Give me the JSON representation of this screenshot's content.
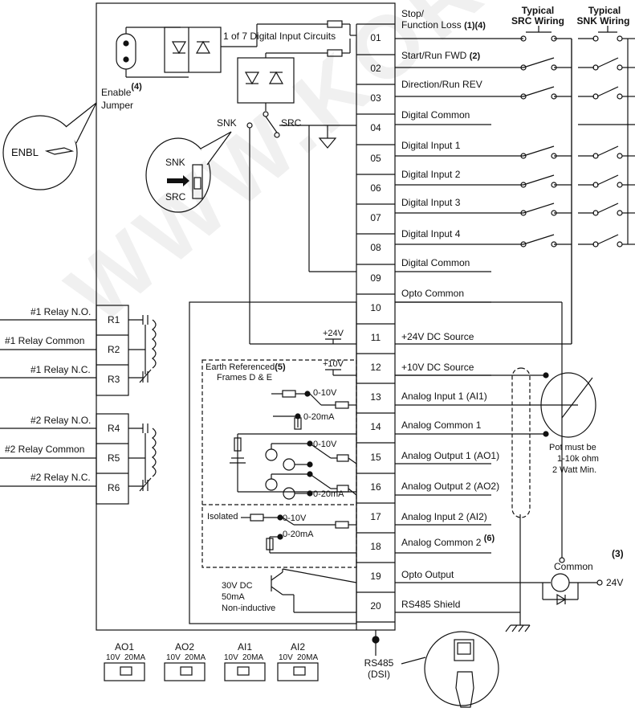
{
  "header": {
    "stop_label": "Stop/",
    "function_loss": "Function Loss",
    "stop_note": "(1)(4)",
    "typical": "Typical",
    "src_wiring": "SRC Wiring",
    "snk_wiring": "SNK Wiring"
  },
  "terminals": [
    {
      "num": "01",
      "label": "",
      "note": ""
    },
    {
      "num": "02",
      "label": "Start/Run FWD",
      "note": "(2)"
    },
    {
      "num": "03",
      "label": "Direction/Run REV",
      "note": ""
    },
    {
      "num": "04",
      "label": "Digital Common",
      "note": ""
    },
    {
      "num": "05",
      "label": "Digital Input 1",
      "note": ""
    },
    {
      "num": "06",
      "label": "Digital Input 2",
      "note": ""
    },
    {
      "num": "07",
      "label": "Digital Input 3",
      "note": ""
    },
    {
      "num": "08",
      "label": "Digital Input 4",
      "note": ""
    },
    {
      "num": "09",
      "label": "Digital Common",
      "note": ""
    },
    {
      "num": "10",
      "label": "Opto Common",
      "note": ""
    },
    {
      "num": "11",
      "label": "+24V DC Source",
      "note": ""
    },
    {
      "num": "12",
      "label": "+10V DC Source",
      "note": ""
    },
    {
      "num": "13",
      "label": "Analog Input 1 (AI1)",
      "note": ""
    },
    {
      "num": "14",
      "label": "Analog Common 1",
      "note": ""
    },
    {
      "num": "15",
      "label": "Analog Output 1 (AO1)",
      "note": ""
    },
    {
      "num": "16",
      "label": "Analog Output 2 (AO2)",
      "note": ""
    },
    {
      "num": "17",
      "label": "Analog Input 2 (AI2)",
      "note": ""
    },
    {
      "num": "18",
      "label": "Analog Common 2",
      "note": "(6)"
    },
    {
      "num": "19",
      "label": "Opto Output",
      "note": ""
    },
    {
      "num": "20",
      "label": "RS485 Shield",
      "note": ""
    }
  ],
  "relays": [
    {
      "num": "R1",
      "label": "#1 Relay N.O."
    },
    {
      "num": "R2",
      "label": "#1 Relay Common"
    },
    {
      "num": "R3",
      "label": "#1 Relay N.C."
    },
    {
      "num": "R4",
      "label": "#2 Relay N.O."
    },
    {
      "num": "R5",
      "label": "#2 Relay Common"
    },
    {
      "num": "R6",
      "label": "#2 Relay N.C."
    }
  ],
  "inner": {
    "digital_input_circuits": "1 of 7 Digital Input Circuits",
    "enable": "Enable",
    "enable_note": "(4)",
    "jumper": "Jumper",
    "enbl": "ENBL",
    "snk": "SNK",
    "src": "SRC",
    "snk_switch": "SNK",
    "src_switch": "SRC",
    "plus24v": "+24V",
    "plus10v": "+10V",
    "earth_referenced": "Earth Referenced",
    "earth_note": "(5)",
    "frames": "Frames D & E",
    "v010_a": "0-10V",
    "ma020_a": "0-20mA",
    "v010_b": "0-10V",
    "ma020_b": "0-20mA",
    "isolated": "Isolated",
    "v010_c": "0-10V",
    "ma020_c": "0-20mA",
    "opto_spec_1": "30V DC",
    "opto_spec_2": "50mA",
    "opto_spec_3": "Non-inductive"
  },
  "right": {
    "pot_1": "Pot must be",
    "pot_2": "1-10k ohm",
    "pot_3": "2 Watt Min.",
    "common": "Common",
    "common_note": "(3)",
    "plus24v": "24V"
  },
  "dip_switches": [
    {
      "name": "AO1",
      "opt1": "10V",
      "opt2": "20MA"
    },
    {
      "name": "AO2",
      "opt1": "10V",
      "opt2": "20MA"
    },
    {
      "name": "AI1",
      "opt1": "10V",
      "opt2": "20MA"
    },
    {
      "name": "AI2",
      "opt1": "10V",
      "opt2": "20MA"
    }
  ],
  "rs485": {
    "label": "RS485",
    "sub": "(DSI)"
  },
  "watermark": "WWW.KORATGROUP.C"
}
